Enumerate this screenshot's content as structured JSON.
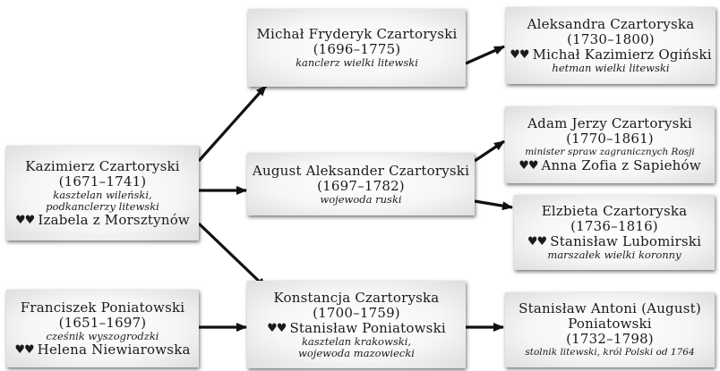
{
  "marriage_symbol": "♥♥",
  "people": {
    "kazimierz": {
      "name": "Kazimierz Czartoryski",
      "years": "(1671–1741)",
      "titles": [
        "kasztelan wileński,",
        "podkanclerzy litewski"
      ],
      "spouse": "Izabela z Morsztynów"
    },
    "franciszek": {
      "name": "Franciszek Poniatowski",
      "years": "(1651–1697)",
      "titles": [
        "cześnik wyszogrodzki"
      ],
      "spouse": "Helena Niewiarowska"
    },
    "michal": {
      "name": "Michał Fryderyk Czartoryski",
      "years": "(1696–1775)",
      "titles": [
        "kanclerz wielki litewski"
      ]
    },
    "august": {
      "name": "August Aleksander Czartoryski",
      "years": "(1697–1782)",
      "titles": [
        "wojewoda ruski"
      ]
    },
    "konstancja": {
      "name": "Konstancja Czartoryska",
      "years": "(1700–1759)",
      "spouse": "Stanisław Poniatowski",
      "titles": [
        "kasztelan krakowski,",
        "wojewoda mazowiecki"
      ]
    },
    "aleksandra": {
      "name": "Aleksandra Czartoryska",
      "years": "(1730–1800)",
      "spouse": "Michał Kazimierz Ogiński",
      "titles": [
        "hetman wielki litewski"
      ]
    },
    "adam": {
      "name": "Adam Jerzy Czartoryski",
      "years": "(1770–1861)",
      "titles": [
        "minister spraw zagranicznych Rosji"
      ],
      "spouse": "Anna Zofia z Sapiehów"
    },
    "elzbieta": {
      "name": "Elzbieta Czartoryska",
      "years": "(1736–1816)",
      "spouse": "Stanisław Lubomirski",
      "titles": [
        "marszałek wielki koronny"
      ]
    },
    "stanislaw": {
      "name": [
        "Stanisław Antoni (August)",
        "Poniatowski"
      ],
      "years": "(1732–1798)",
      "titles": [
        "stolnik litewski, król Polski od 1764"
      ]
    }
  },
  "edges": [
    [
      "kazimierz",
      "michal"
    ],
    [
      "kazimierz",
      "august"
    ],
    [
      "kazimierz",
      "konstancja"
    ],
    [
      "franciszek",
      "konstancja"
    ],
    [
      "michal",
      "aleksandra"
    ],
    [
      "august",
      "adam"
    ],
    [
      "august",
      "elzbieta"
    ],
    [
      "konstancja",
      "stanislaw"
    ]
  ]
}
